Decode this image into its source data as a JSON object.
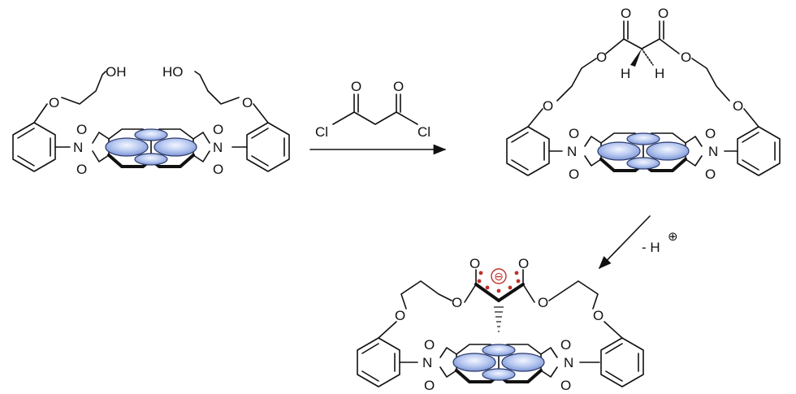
{
  "colors": {
    "bond": "#111111",
    "orbital_fill": "#b7c8f0",
    "orbital_edge": "#2b3a6b",
    "anion_dots": "#c0302b"
  },
  "reagent": {
    "atom_o1": "O",
    "atom_o2": "O",
    "atom_cl1": "Cl",
    "atom_cl2": "Cl"
  },
  "molecule_a": {
    "oh_left": "OH",
    "oh_right": "HO",
    "ether_o_left": "O",
    "ether_o_right": "O",
    "n_left": "N",
    "n_right": "N",
    "imide_o": [
      "O",
      "O",
      "O",
      "O"
    ]
  },
  "molecule_b": {
    "ester_o_top1": "O",
    "ester_o_top2": "O",
    "ester_o_left": "O",
    "ester_o_right": "O",
    "h_left": "H",
    "h_right": "H",
    "ether_o_left": "O",
    "ether_o_right": "O",
    "n_left": "N",
    "n_right": "N",
    "imide_o": [
      "O",
      "O",
      "O",
      "O"
    ]
  },
  "molecule_c": {
    "enolate_o1": "O",
    "enolate_o2": "O",
    "anion_charge": "⊖",
    "ester_o_left": "O",
    "ester_o_right": "O",
    "ether_o_left": "O",
    "ether_o_right": "O",
    "n_left": "N",
    "n_right": "N",
    "imide_o": [
      "O",
      "O",
      "O",
      "O"
    ]
  },
  "step2": {
    "label": "- H",
    "charge": "⊕"
  }
}
